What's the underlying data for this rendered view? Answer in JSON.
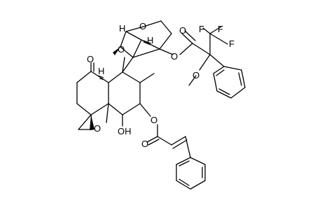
{
  "molecule": {
    "atom_labels": {
      "ketone_o": "O",
      "furan_o_top": "O",
      "furan_o_left": "O",
      "ester_o_right": "O",
      "ester_carbonyl_o_right": "O",
      "f1": "F",
      "f2": "F",
      "f3": "F",
      "methoxy_o": "O",
      "h_top": "H",
      "h_mid": "H",
      "h_left": "H",
      "epoxide_o": "O",
      "hydroxyl": "OH",
      "ester_o_cinnamate": "O",
      "cinnamate_carbonyl_o": "O"
    }
  }
}
